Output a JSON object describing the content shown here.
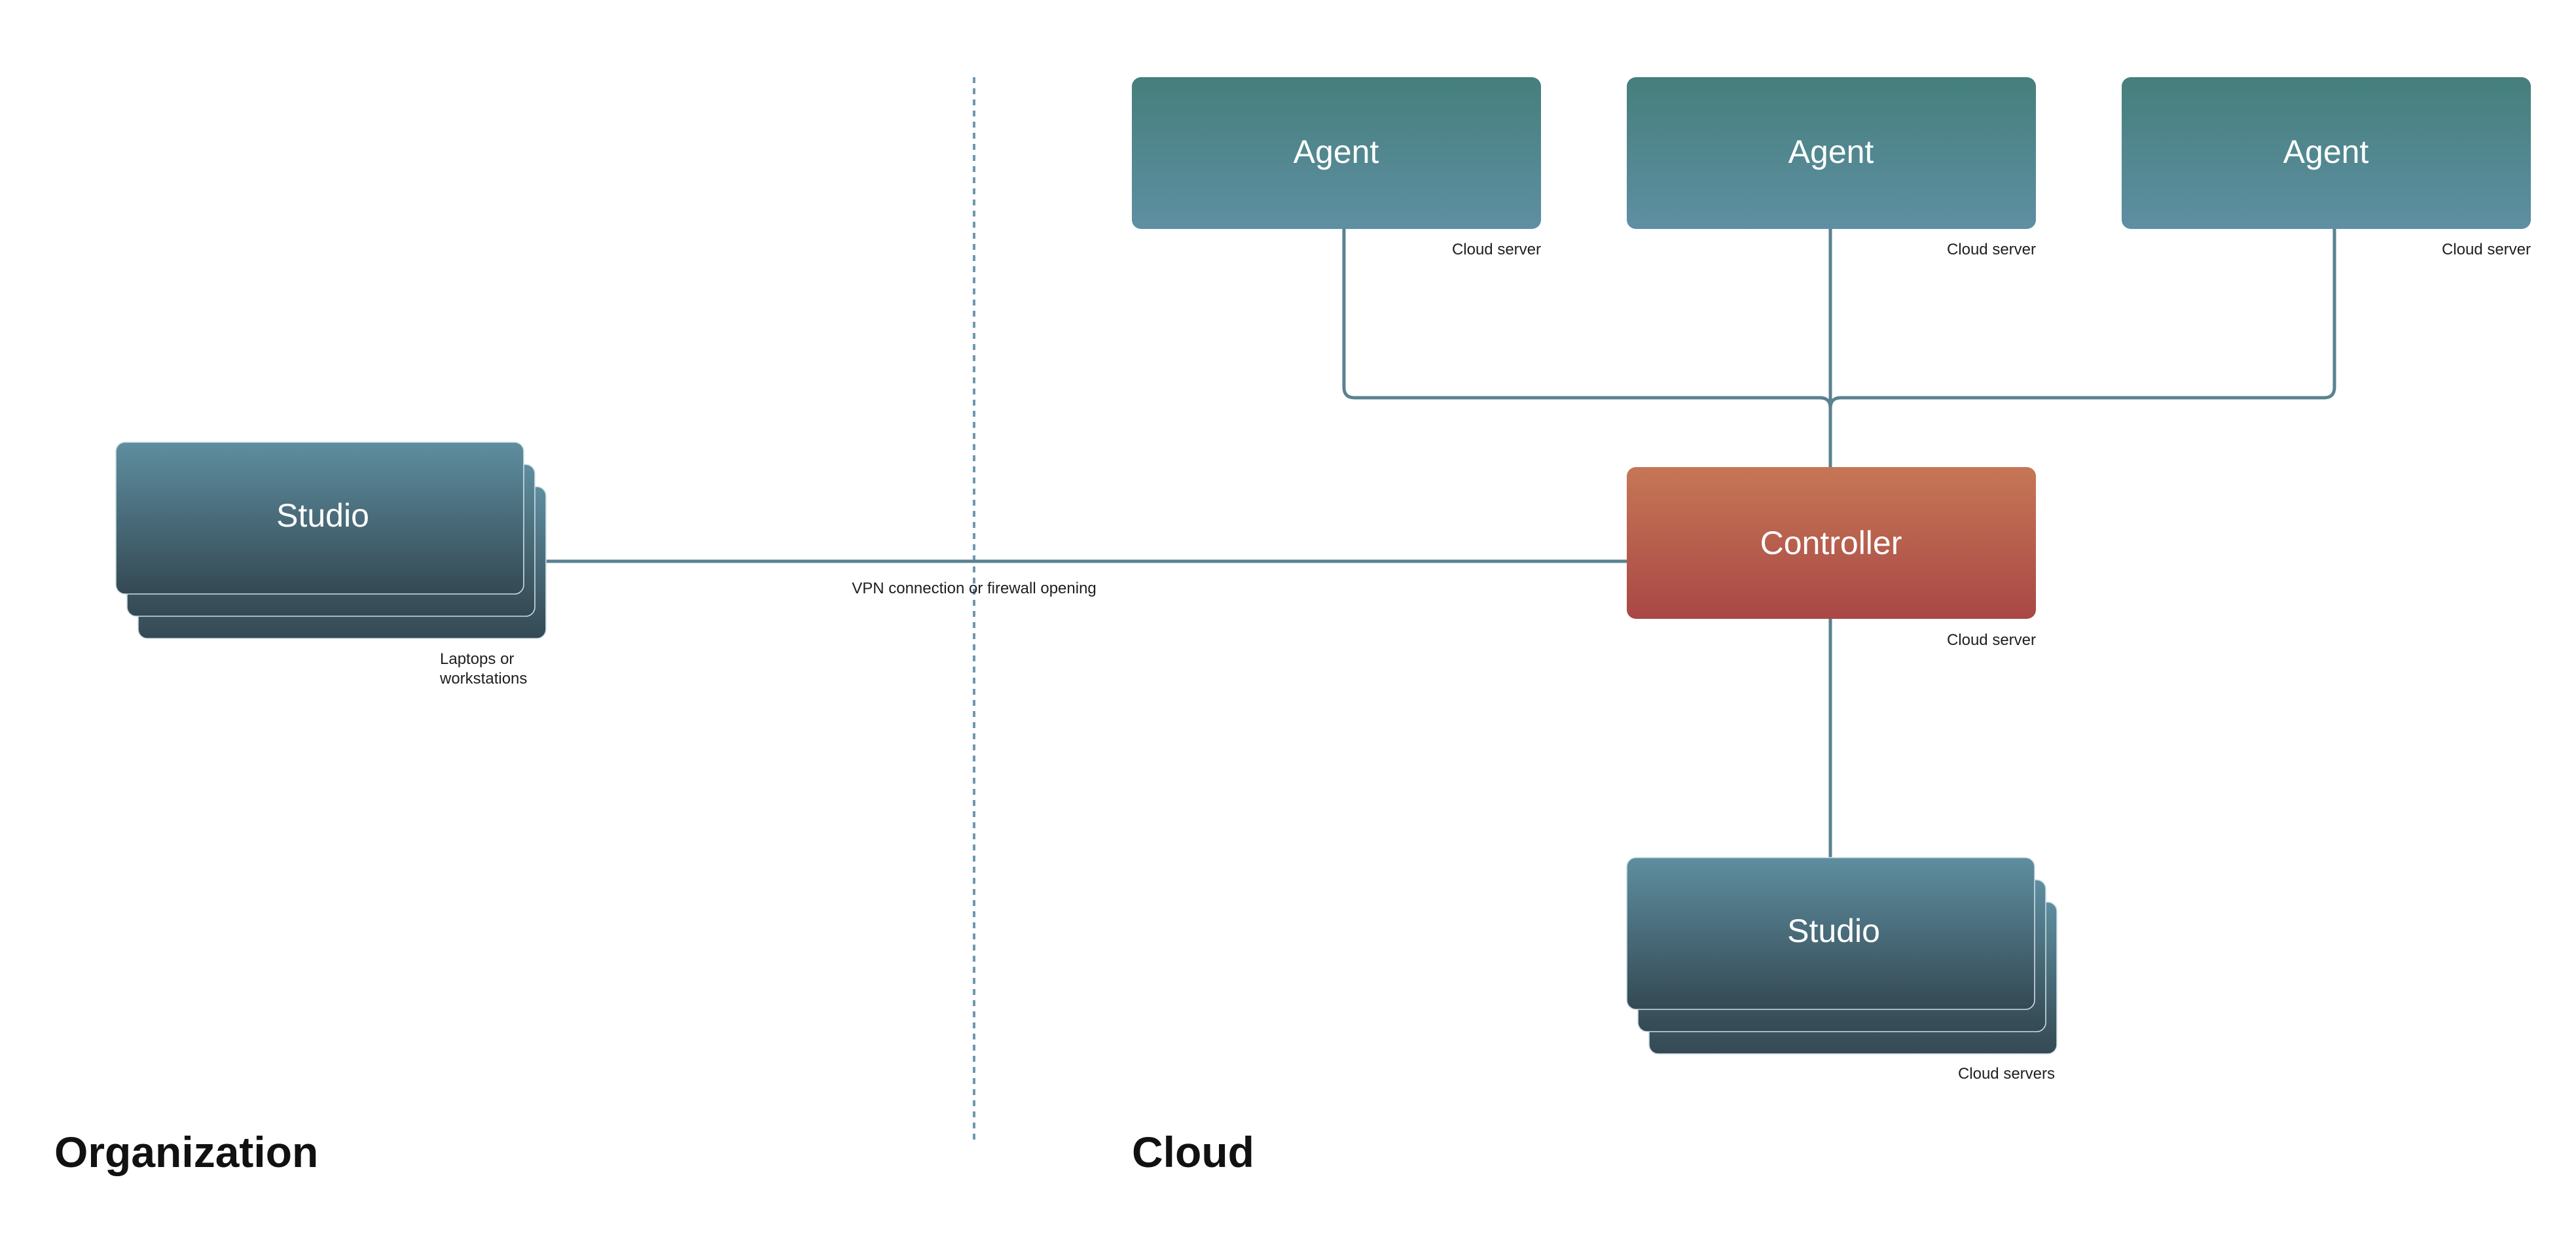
{
  "regions": {
    "left_title": "Organization",
    "right_title": "Cloud"
  },
  "nodes": {
    "agent_1": {
      "label": "Agent",
      "caption": "Cloud server"
    },
    "agent_2": {
      "label": "Agent",
      "caption": "Cloud server"
    },
    "agent_3": {
      "label": "Agent",
      "caption": "Cloud server"
    },
    "controller": {
      "label": "Controller",
      "caption": "Cloud server"
    },
    "studio_org": {
      "label": "Studio",
      "caption_line1": "Laptops or",
      "caption_line2": "workstations"
    },
    "studio_cloud": {
      "label": "Studio",
      "caption": "Cloud servers"
    }
  },
  "connections": {
    "vpn_label": "VPN connection or firewall opening"
  },
  "colors": {
    "agent_top": "#457f7b",
    "agent_bottom": "#5e8fa3",
    "controller_top": "#c67756",
    "controller_bottom": "#a94745",
    "studio_top": "#5e8ea0",
    "studio_bottom": "#344953",
    "link": "#5a8290",
    "divider": "#6f97b3"
  }
}
